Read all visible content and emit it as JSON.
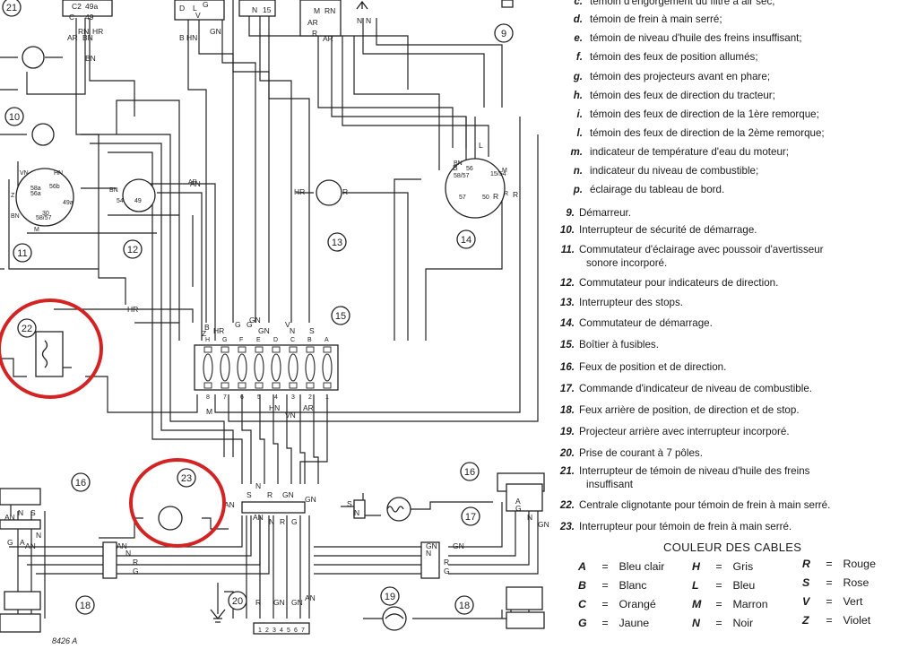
{
  "diagram": {
    "components": [
      {
        "id": "21",
        "label": "21"
      },
      {
        "id": "10",
        "label": "10"
      },
      {
        "id": "11",
        "label": "11"
      },
      {
        "id": "12",
        "label": "12"
      },
      {
        "id": "13",
        "label": "13"
      },
      {
        "id": "14",
        "label": "14"
      },
      {
        "id": "15",
        "label": "15"
      },
      {
        "id": "9",
        "label": "9"
      },
      {
        "id": "22",
        "label": "22"
      },
      {
        "id": "23",
        "label": "23"
      },
      {
        "id": "16a",
        "label": "16"
      },
      {
        "id": "16b",
        "label": "16"
      },
      {
        "id": "17",
        "label": "17"
      },
      {
        "id": "18a",
        "label": "18"
      },
      {
        "id": "18b",
        "label": "18"
      },
      {
        "id": "19",
        "label": "19"
      },
      {
        "id": "20",
        "label": "20"
      }
    ],
    "fuse_top_labels": [
      "H",
      "G",
      "F",
      "E",
      "D",
      "C",
      "B",
      "A"
    ],
    "fuse_bottom_numbers": [
      "8",
      "7",
      "6",
      "5",
      "4",
      "3",
      "2",
      "1"
    ],
    "top_wire_tags": [
      "C2",
      "49a",
      "C",
      "49",
      "RN",
      "HR",
      "AR",
      "BN",
      "D",
      "HN",
      "V",
      "B",
      "L",
      "G",
      "GN",
      "N",
      "15",
      "AR",
      "M",
      "RN",
      "R",
      "AR",
      "N",
      "N"
    ],
    "wire_tags": [
      "HR",
      "B",
      "Z",
      "HR",
      "G",
      "G",
      "GN",
      "GN",
      "V",
      "N",
      "S",
      "AN",
      "BN",
      "AN",
      "HR",
      "R",
      "M",
      "HN",
      "VN",
      "AR",
      "L",
      "R",
      "B",
      "R",
      "S",
      "N",
      "AN",
      "N",
      "R",
      "G",
      "GN",
      "AN",
      "N",
      "R",
      "G",
      "GN",
      "N",
      "R",
      "G",
      "GN",
      "A",
      "G",
      "N",
      "GN",
      "AN",
      "N",
      "S",
      "G",
      "A",
      "AN",
      "N",
      "R",
      "GN",
      "GN",
      "AN",
      "S",
      "N",
      "R",
      "GN"
    ],
    "switch_tags": [
      "VN",
      "HN",
      "Z",
      "58a",
      "56b",
      "56a",
      "49a",
      "BN",
      "58/57",
      "M",
      "30",
      "BN",
      "54",
      "49",
      "AR",
      "BN",
      "56",
      "15/54",
      "M",
      "58/57",
      "57",
      "50",
      "R"
    ],
    "terminal_pins": [
      "1",
      "2",
      "3",
      "4",
      "5",
      "6",
      "7"
    ],
    "ref_code": "8426 A",
    "highlight_color": "#d42323"
  },
  "legend": {
    "lettered": [
      {
        "key": "c.",
        "text": "témoin d'engorgement du filtre à air sec;"
      },
      {
        "key": "d.",
        "text": "témoin de frein à main serré;"
      },
      {
        "key": "e.",
        "text": "témoin de niveau d'huile des freins insuffisant;"
      },
      {
        "key": "f.",
        "text": "témoin des feux de position allumés;"
      },
      {
        "key": "g.",
        "text": "témoin des projecteurs avant en phare;"
      },
      {
        "key": "h.",
        "text": "témoin des feux de direction du tracteur;"
      },
      {
        "key": "i.",
        "text": "témoin des feux de direction de la 1ère remorque;"
      },
      {
        "key": "l.",
        "text": "témoin des feux de direction de la 2ème remorque;"
      },
      {
        "key": "m.",
        "text": "indicateur de température d'eau du moteur;"
      },
      {
        "key": "n.",
        "text": "indicateur du niveau de combustible;"
      },
      {
        "key": "p.",
        "text": "éclairage du tableau de bord."
      }
    ],
    "numbered": [
      {
        "key": "9.",
        "text": "Démarreur."
      },
      {
        "key": "10.",
        "text": "Interrupteur de sécurité de démarrage."
      },
      {
        "key": "11.",
        "text": "Commutateur d'éclairage avec poussoir d'avertisseur",
        "text2": "sonore incorporé."
      },
      {
        "key": "12.",
        "text": "Commutateur pour indicateurs de direction."
      },
      {
        "key": "13.",
        "text": "Interrupteur des stops."
      },
      {
        "key": "14.",
        "text": "Commutateur de démarrage."
      },
      {
        "key": "15.",
        "text": "Boîtier à fusibles."
      },
      {
        "key": "16.",
        "text": "Feux de position et de direction."
      },
      {
        "key": "17.",
        "text": "Commande d'indicateur de niveau de combustible."
      },
      {
        "key": "18.",
        "text": "Feux arrière de position, de direction et de stop."
      },
      {
        "key": "19.",
        "text": "Projecteur arrière avec interrupteur incorporé."
      },
      {
        "key": "20.",
        "text": "Prise de courant à 7 pôles."
      },
      {
        "key": "21.",
        "text": "Interrupteur de témoin de niveau d'huile des freins",
        "text2": "insuffisant"
      },
      {
        "key": "22.",
        "text": "Centrale clignotante pour témoin de frein à main serré."
      },
      {
        "key": "23.",
        "text": "Interrupteur pour témoin de frein à main serré."
      }
    ],
    "cables_title": "COULEUR DES CABLES",
    "cables": [
      {
        "k": "A",
        "eq": "=",
        "v": "Bleu clair"
      },
      {
        "k": "H",
        "eq": "=",
        "v": "Gris"
      },
      {
        "k": "R",
        "eq": "=",
        "v": "Rouge"
      },
      {
        "k": "B",
        "eq": "=",
        "v": "Blanc"
      },
      {
        "k": "L",
        "eq": "=",
        "v": "Bleu"
      },
      {
        "k": "S",
        "eq": "=",
        "v": "Rose"
      },
      {
        "k": "C",
        "eq": "=",
        "v": "Orangé"
      },
      {
        "k": "M",
        "eq": "=",
        "v": "Marron"
      },
      {
        "k": "V",
        "eq": "=",
        "v": "Vert"
      },
      {
        "k": "G",
        "eq": "=",
        "v": "Jaune"
      },
      {
        "k": "N",
        "eq": "=",
        "v": "Noir"
      },
      {
        "k": "Z",
        "eq": "=",
        "v": "Violet"
      }
    ]
  }
}
